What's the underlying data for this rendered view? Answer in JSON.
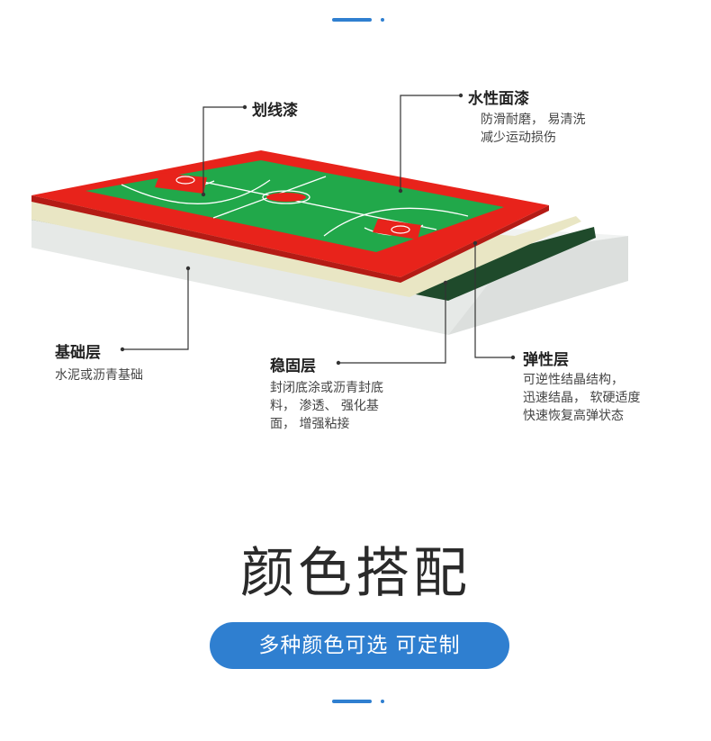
{
  "layers": {
    "marking_paint": {
      "title": "划线漆"
    },
    "top_coat": {
      "title": "水性面漆",
      "desc": [
        "防滑耐磨，  易清洗",
        "减少运动损伤"
      ]
    },
    "base": {
      "title": "基础层",
      "desc": [
        "水泥或沥青基础"
      ]
    },
    "stabilizer": {
      "title": "稳固层",
      "desc": [
        "封闭底涂或沥青封底",
        "料，  渗透、  强化基",
        "面，  增强粘接"
      ]
    },
    "elastic": {
      "title": "弹性层",
      "desc": [
        "可逆性结晶结构，",
        "迅速结晶，  软硬适度",
        "快速恢复高弹状态"
      ]
    }
  },
  "heading": "颜色搭配",
  "pill_text": "多种颜色可选 可定制",
  "colors": {
    "accent": "#2f7fd0",
    "court_green": "#21a84a",
    "court_red": "#e8231b",
    "elastic_green": "#1f4a2b",
    "stabilizer_cream": "#e9e6c4",
    "base_grey": "#ecefed"
  }
}
